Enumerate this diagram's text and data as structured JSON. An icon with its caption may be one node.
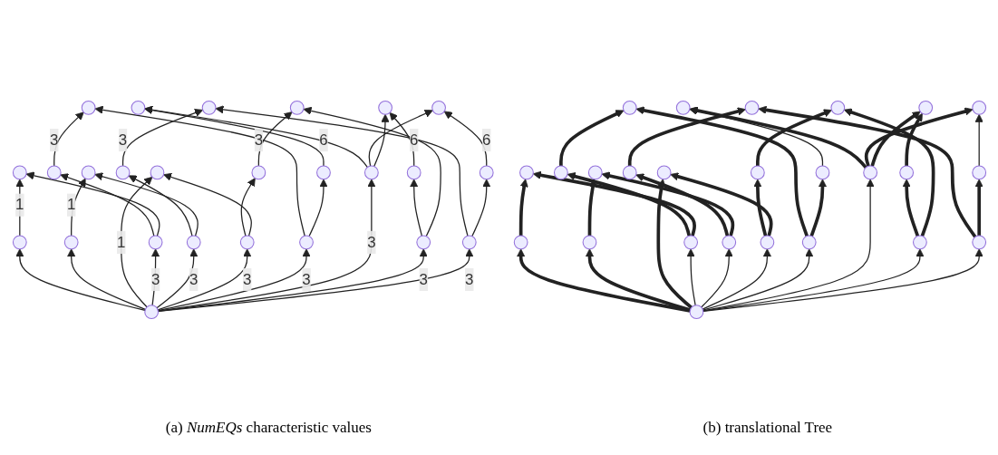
{
  "diagram": {
    "nodes": [
      {
        "text": [],
        "shape": "circle"
      },
      {
        "text": [],
        "shape": "circle"
      },
      {
        "text": [],
        "shape": "circle"
      },
      {
        "text": [],
        "shape": "circle"
      },
      {
        "text": [],
        "shape": "circle"
      },
      {
        "text": [],
        "shape": "circle"
      },
      {
        "text": [],
        "shape": "circle"
      },
      {
        "text": [],
        "shape": "circle"
      },
      {
        "text": [],
        "shape": "circle"
      },
      {
        "text": [],
        "shape": "circle"
      },
      {
        "text": [],
        "shape": "circle"
      },
      {
        "text": [],
        "shape": "circle"
      },
      {
        "text": [],
        "shape": "circle"
      },
      {
        "text": [],
        "shape": "circle"
      },
      {
        "text": [],
        "shape": "circle"
      },
      {
        "text": [],
        "shape": "circle"
      },
      {
        "text": [],
        "shape": "circle"
      },
      {
        "text": [],
        "shape": "circle"
      },
      {
        "text": [],
        "shape": "circle"
      },
      {
        "text": [],
        "shape": "circle"
      },
      {
        "text": [],
        "shape": "circle"
      },
      {
        "text": [],
        "shape": "circle"
      },
      {
        "text": [],
        "shape": "circle"
      },
      {
        "text": [],
        "shape": "circle"
      },
      {
        "text": [],
        "shape": "circle"
      },
      {
        "text": [],
        "shape": "circle"
      },
      {
        "text": [],
        "shape": "circle"
      },
      {
        "text": [],
        "shape": "circle"
      },
      {
        "text": [],
        "shape": "circle"
      },
      {
        "text": [],
        "shape": "circle"
      },
      {
        "text": [],
        "shape": "circle"
      },
      {
        "text": [],
        "shape": "circle"
      },
      {
        "text": [],
        "shape": "circle"
      },
      {
        "text": [],
        "shape": "circle"
      },
      {
        "text": [],
        "shape": "circle"
      },
      {
        "text": [],
        "shape": "circle"
      },
      {
        "text": [],
        "shape": "circle"
      },
      {
        "text": [],
        "shape": "circle"
      },
      {
        "text": [],
        "shape": "circle"
      },
      {
        "text": [],
        "shape": "circle"
      },
      {
        "text": [],
        "shape": "circle"
      },
      {
        "text": [],
        "shape": "circle"
      },
      {
        "text": [],
        "shape": "circle"
      },
      {
        "text": [],
        "shape": "circle"
      },
      {
        "text": [],
        "shape": "circle"
      },
      {
        "text": [],
        "shape": "circle"
      },
      {
        "text": [],
        "shape": "circle"
      },
      {
        "text": [],
        "shape": "circle"
      },
      {
        "text": [],
        "shape": "circle"
      },
      {
        "text": [],
        "shape": "circle"
      }
    ],
    "edges": [
      {
        "from": 23,
        "to": 22,
        "arrow": "to"
      },
      {
        "from": 23,
        "to": 24,
        "arrow": "to"
      },
      {
        "from": 22,
        "to": 19,
        "arrow": "to",
        "label": "1"
      },
      {
        "from": 24,
        "to": 21,
        "arrow": "to",
        "label": "1"
      },
      {
        "from": 23,
        "to": 20,
        "arrow": "to",
        "label": "1"
      },
      {
        "from": 23,
        "to": 16,
        "arrow": "to",
        "label": "3"
      },
      {
        "from": 23,
        "to": 18,
        "arrow": "to",
        "label": "3"
      },
      {
        "from": 23,
        "to": 17,
        "arrow": "to",
        "label": "3"
      },
      {
        "from": 23,
        "to": 7,
        "arrow": "to",
        "label": "3"
      },
      {
        "from": 23,
        "to": 1,
        "arrow": "to",
        "label": "3"
      },
      {
        "from": 23,
        "to": 9,
        "arrow": "to",
        "label": "3"
      },
      {
        "from": 23,
        "to": 8,
        "arrow": "to",
        "label": "3"
      },
      {
        "from": 16,
        "to": 13,
        "arrow": "to"
      },
      {
        "from": 16,
        "to": 19,
        "arrow": "to"
      },
      {
        "from": 13,
        "to": 10,
        "arrow": "to",
        "label": "3"
      },
      {
        "from": 7,
        "to": 10,
        "arrow": "to"
      },
      {
        "from": 7,
        "to": 4,
        "arrow": "to"
      },
      {
        "from": 4,
        "to": 0,
        "arrow": "to",
        "label": "6"
      },
      {
        "from": 1,
        "to": 0,
        "arrow": "to"
      },
      {
        "from": 1,
        "to": 2,
        "arrow": "to"
      },
      {
        "from": 1,
        "to": 3,
        "arrow": "to"
      },
      {
        "from": 5,
        "to": 2,
        "arrow": "to",
        "label": "6"
      },
      {
        "from": 6,
        "to": 3,
        "arrow": "to",
        "label": "6"
      },
      {
        "from": 9,
        "to": 6,
        "arrow": "to"
      },
      {
        "from": 9,
        "to": 12,
        "arrow": "to"
      },
      {
        "from": 14,
        "to": 12,
        "arrow": "to",
        "label": "3"
      },
      {
        "from": 17,
        "to": 14,
        "arrow": "to"
      },
      {
        "from": 17,
        "to": 20,
        "arrow": "to"
      },
      {
        "from": 18,
        "to": 15,
        "arrow": "to"
      },
      {
        "from": 18,
        "to": 21,
        "arrow": "to"
      },
      {
        "from": 15,
        "to": 11,
        "arrow": "to",
        "label": "3"
      },
      {
        "from": 8,
        "to": 11,
        "arrow": "to"
      },
      {
        "from": 8,
        "to": 5,
        "arrow": "to"
      },
      {
        "from": 48,
        "to": 47,
        "arrow": "to",
        "style": "thick"
      },
      {
        "from": 48,
        "to": 49,
        "arrow": "to",
        "style": "thick"
      },
      {
        "from": 47,
        "to": 44,
        "arrow": "to",
        "style": "thick"
      },
      {
        "from": 49,
        "to": 46,
        "arrow": "to",
        "style": "thick"
      },
      {
        "from": 48,
        "to": 45,
        "arrow": "to",
        "style": "thick"
      },
      {
        "from": 48,
        "to": 41,
        "arrow": "to"
      },
      {
        "from": 48,
        "to": 43,
        "arrow": "to"
      },
      {
        "from": 48,
        "to": 42,
        "arrow": "to"
      },
      {
        "from": 48,
        "to": 32,
        "arrow": "to"
      },
      {
        "from": 48,
        "to": 26,
        "arrow": "to"
      },
      {
        "from": 48,
        "to": 34,
        "arrow": "to"
      },
      {
        "from": 48,
        "to": 33,
        "arrow": "to"
      },
      {
        "from": 41,
        "to": 38,
        "arrow": "to",
        "style": "thick"
      },
      {
        "from": 41,
        "to": 44,
        "arrow": "to",
        "style": "thick"
      },
      {
        "from": 38,
        "to": 35,
        "arrow": "to",
        "style": "thick"
      },
      {
        "from": 32,
        "to": 35,
        "arrow": "to",
        "style": "thick"
      },
      {
        "from": 32,
        "to": 29,
        "arrow": "to",
        "style": "thick"
      },
      {
        "from": 29,
        "to": 25,
        "arrow": "to"
      },
      {
        "from": 26,
        "to": 25,
        "arrow": "to",
        "style": "thick"
      },
      {
        "from": 26,
        "to": 27,
        "arrow": "to",
        "style": "thick"
      },
      {
        "from": 26,
        "to": 28,
        "arrow": "to",
        "style": "thick"
      },
      {
        "from": 30,
        "to": 27,
        "arrow": "to"
      },
      {
        "from": 31,
        "to": 28,
        "arrow": "to",
        "style": "thick"
      },
      {
        "from": 34,
        "to": 31,
        "arrow": "to",
        "style": "thick"
      },
      {
        "from": 34,
        "to": 37,
        "arrow": "to",
        "style": "thick"
      },
      {
        "from": 39,
        "to": 37,
        "arrow": "to",
        "style": "thick"
      },
      {
        "from": 42,
        "to": 39,
        "arrow": "to",
        "style": "thick"
      },
      {
        "from": 42,
        "to": 45,
        "arrow": "to",
        "style": "thick"
      },
      {
        "from": 43,
        "to": 40,
        "arrow": "to",
        "style": "thick"
      },
      {
        "from": 43,
        "to": 46,
        "arrow": "to",
        "style": "thick"
      },
      {
        "from": 40,
        "to": 36,
        "arrow": "to",
        "style": "thick"
      },
      {
        "from": 33,
        "to": 36,
        "arrow": "to",
        "style": "thick"
      },
      {
        "from": 33,
        "to": 30,
        "arrow": "to",
        "style": "thick"
      }
    ],
    "labels": [
      "(a) *NumEQs* characteristic values",
      "(b) translational Tree"
    ]
  }
}
